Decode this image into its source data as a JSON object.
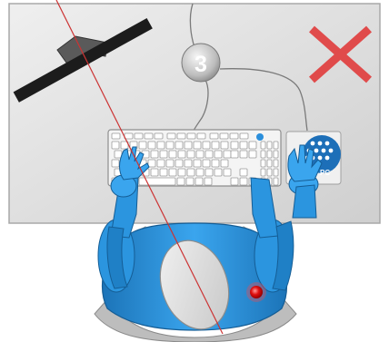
{
  "illustration": {
    "step_number": "3",
    "logo_text": "PC",
    "colors": {
      "desk": "#d9d9d9",
      "desk_edge": "#b5b5b5",
      "body_blue": "#2b95df",
      "body_blue_dark": "#1f6ea8",
      "body_grey": "#c9c9c9",
      "marker_red": "#d62020",
      "cross_red": "#e04040",
      "monitor_dark": "#1a1a1a",
      "sight_line": "#cc3333",
      "badge_red": "#c41818",
      "logo_blue": "#1d6fb8"
    },
    "icons": {
      "reject": "cross-mark-icon",
      "step": "step-number-badge",
      "brand": "logo-icon",
      "monitor": "monitor-icon",
      "keyboard": "keyboard-icon",
      "marker": "red-dot-marker"
    }
  }
}
